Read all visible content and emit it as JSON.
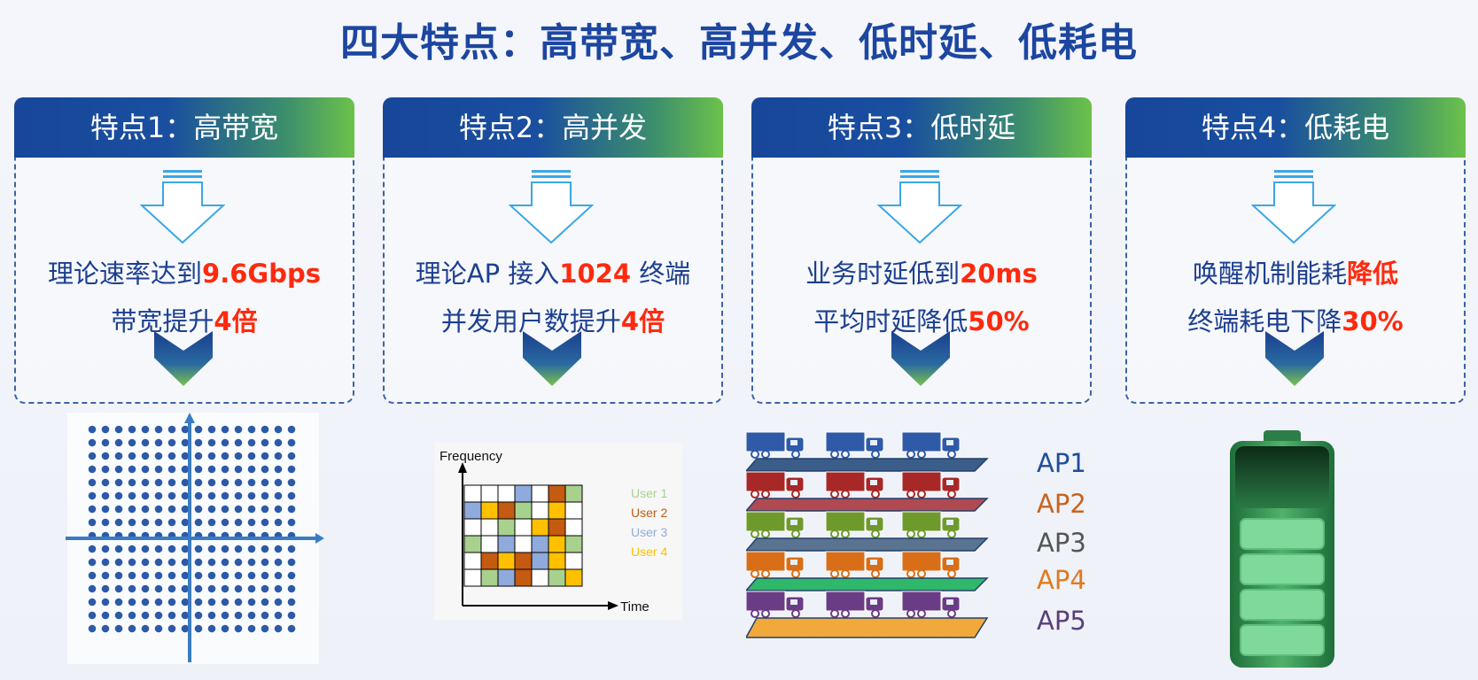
{
  "title": "四大特点：高带宽、高并发、低时延、低耗电",
  "features": [
    {
      "header": "特点1：高带宽",
      "line1_text": "理论速率达到",
      "line1_highlight": "9.6Gbps",
      "line1_suffix": "",
      "line2_text": "带宽提升",
      "line2_highlight": "4倍"
    },
    {
      "header": "特点2：高并发",
      "line1_text": "理论AP 接入",
      "line1_highlight": "1024",
      "line1_suffix": " 终端",
      "line2_text": "并发用户数提升",
      "line2_highlight": "4倍"
    },
    {
      "header": "特点3：低时延",
      "line1_text": "业务时延低到",
      "line1_highlight": "20ms",
      "line1_suffix": "",
      "line2_text": "平均时延降低",
      "line2_highlight": "50%"
    },
    {
      "header": "特点4：低耗电",
      "line1_text": "唤醒机制能耗",
      "line1_highlight": "降低",
      "line1_suffix": "",
      "line2_text": "终端耗电下降",
      "line2_highlight": "30%"
    }
  ],
  "ofdma": {
    "ylabel": "Frequency",
    "xlabel": "Time",
    "legend": [
      "User 1",
      "User 2",
      "User 3",
      "User 4"
    ],
    "legend_colors": [
      "#a9d18e",
      "#c55a11",
      "#8faadc",
      "#ffc000"
    ],
    "grid": [
      [
        0,
        0,
        0,
        3,
        0,
        2,
        1
      ],
      [
        3,
        4,
        2,
        1,
        0,
        4,
        0
      ],
      [
        0,
        0,
        1,
        0,
        4,
        2,
        0
      ],
      [
        1,
        0,
        3,
        0,
        3,
        4,
        1
      ],
      [
        0,
        2,
        4,
        2,
        3,
        4,
        0
      ],
      [
        0,
        1,
        3,
        2,
        0,
        1,
        4
      ]
    ]
  },
  "ap_layers": [
    {
      "label": "AP1",
      "label_color": "#1f4e9a",
      "truck_color": "#2e5aa8",
      "plate_color": "#3b5d8a"
    },
    {
      "label": "AP2",
      "label_color": "#c9641e",
      "truck_color": "#a82828",
      "plate_color": "#b04a52"
    },
    {
      "label": "AP3",
      "label_color": "#555555",
      "truck_color": "#6e9a2c",
      "plate_color": "#5a7390"
    },
    {
      "label": "AP4",
      "label_color": "#e07a1e",
      "truck_color": "#d86e18",
      "plate_color": "#2fb86a"
    },
    {
      "label": "AP5",
      "label_color": "#5a3e7a",
      "truck_color": "#6b3c86",
      "plate_color": "#f0a93a"
    }
  ],
  "battery": {
    "cells": 4,
    "fill_color": "#7fd99a"
  }
}
